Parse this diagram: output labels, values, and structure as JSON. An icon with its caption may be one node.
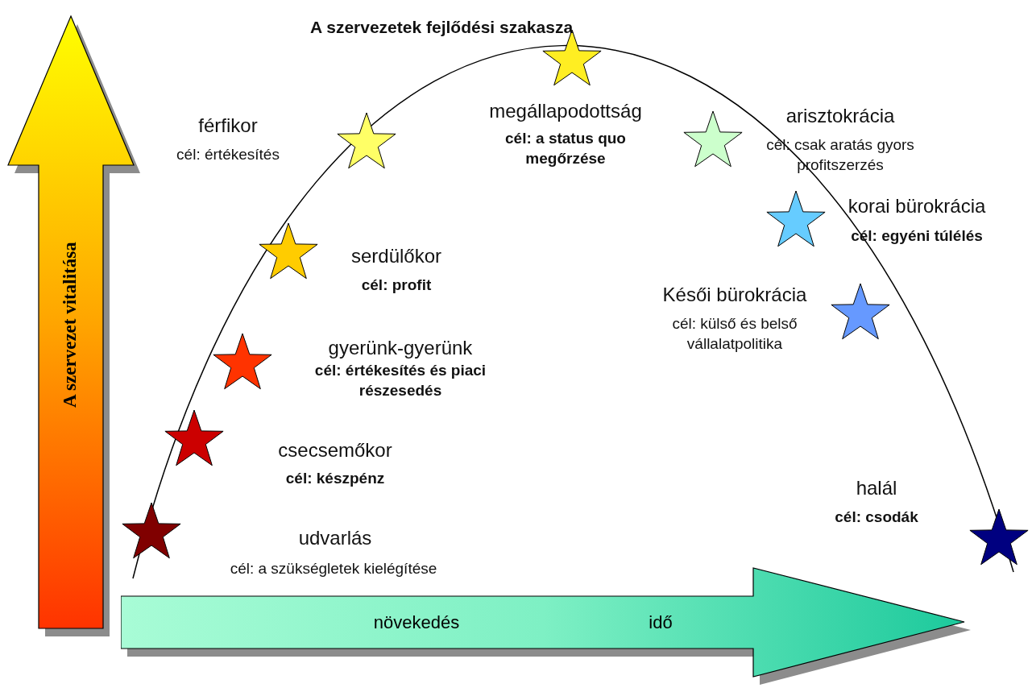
{
  "diagram": {
    "title": "A szervezetek fejlődési szakasza",
    "nodes": [
      {
        "text": [
          "A szervezet vitalitása"
        ]
      },
      {
        "text": [
          "növekedés",
          "idő"
        ]
      }
    ],
    "edges": [],
    "labels": [
      "férfikor",
      "cél: értékesítés",
      "megállapodottság",
      "cél: a status quo megőrzése",
      "arisztokrácia",
      "cél: csak aratás gyors profitszerzés",
      "korai bürokrácia",
      "cél: egyéni túlélés",
      "serdülőkor",
      "cél: profit",
      "Késői bürokrácia",
      "cél: külső és belső vállalatpolitika",
      "gyerünk-gyerünk",
      "cél: értékesítés és piaci részesedés",
      "csecsemőkor",
      "cél: készpénz",
      "halál",
      "cél: csodák",
      "udvarlás",
      "cél: a szükségletek kielégítése"
    ]
  }
}
